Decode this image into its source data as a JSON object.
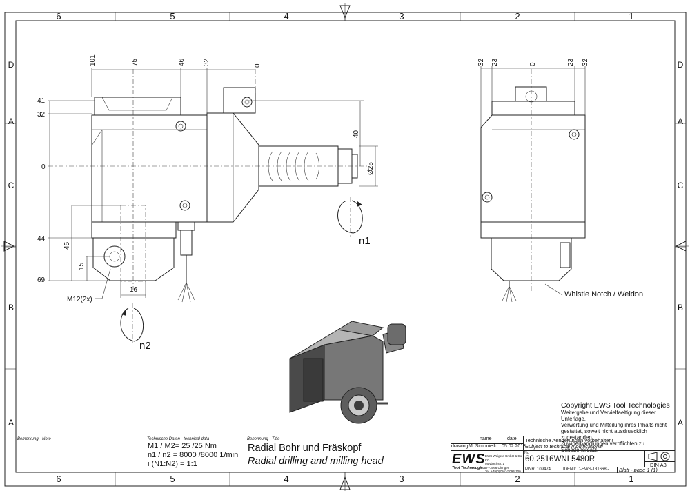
{
  "frame": {
    "col_labels": [
      "6",
      "5",
      "4",
      "3",
      "2",
      "1"
    ],
    "row_labels": [
      "D",
      "C",
      "B",
      "A"
    ]
  },
  "front_view": {
    "dims_top": [
      "101",
      "75",
      "46",
      "32",
      "0"
    ],
    "dims_left": [
      "41",
      "32",
      "0",
      "44",
      "69"
    ],
    "dims_inner": [
      "45",
      "15"
    ],
    "dim_bottom": "16",
    "dims_right": [
      "40",
      "Ø25"
    ],
    "thread_label": "M12(2x)",
    "rotation_1": "n1",
    "rotation_2": "n2"
  },
  "side_view": {
    "dims_top": [
      "32",
      "23",
      "0",
      "23",
      "32"
    ],
    "note": "Whistle Notch / Weldon"
  },
  "copyright": {
    "title": "Copyright EWS Tool Technologies",
    "lines": [
      "Weitergabe und Vervielfaeltigung dieser Unterlage,",
      "Verwertung und Mitteilung ihres Inhalts nicht",
      "gestattet, soweit nicht ausdruecklich zugestanden.",
      "Zuwiderhandlungen verpflichten zu Schadenersatz."
    ]
  },
  "title_block": {
    "remarks_header": "Bemerkung - Note",
    "tech_header": "Technische Daten - technical data",
    "tech_line1": "M1 / M2= 25  /25  Nm",
    "tech_line2": "n1 / n2 = 8000 /8000  1/min",
    "tech_line3": "i  (N1:N2)  = 1:1",
    "title_header": "Benennung - Title",
    "title_de": "Radial Bohr und Fräskopf",
    "title_en": "Radial drilling and milling head",
    "name_header": "name",
    "date_header": "date",
    "drawing_label": "drawing",
    "drawn_by": "M. Simoniello",
    "drawn_date": "05.02.2013",
    "logo_text": "EWS",
    "logo_sub": "Tool Technologies",
    "company_lines": [
      "EWS Weigele GmbH & Co. KG",
      "Maybachstr. 1",
      "D-73066 Uhingen",
      "Tel. +49(0)7161/3093-100"
    ],
    "notice_de": "Technische Aenderungen vorbehalten!",
    "notice_en": "Subject to technical modifications!",
    "nr_label": "Nr.",
    "part_number": "60.2516WNL5480R",
    "mnr": "MNR: 109474",
    "ident": "IDENT: D-EWS-131668 -",
    "sheet": "Blatt - page  1 (1)",
    "format": "DIN A3"
  }
}
